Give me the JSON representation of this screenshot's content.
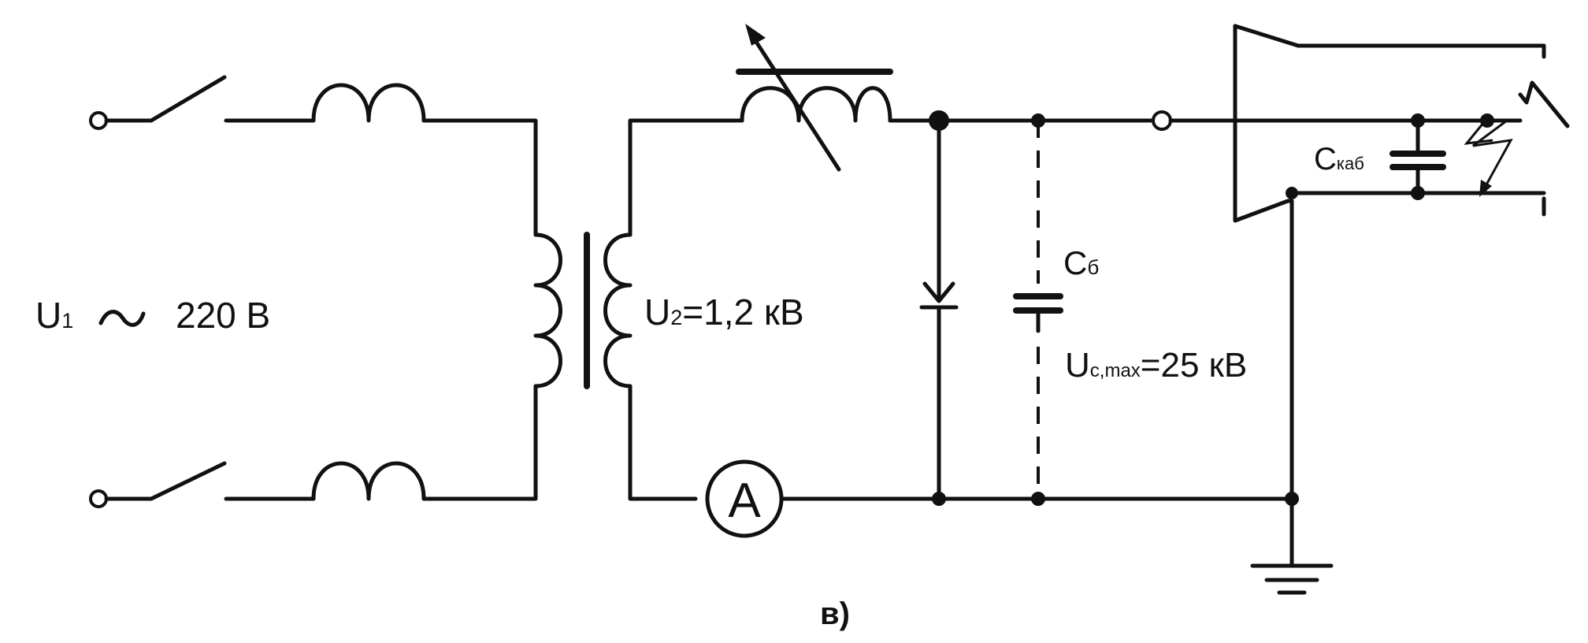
{
  "labels": {
    "u1": "U",
    "u1_sub": "1",
    "u1_value": "220 В",
    "u2": "U",
    "u2_sub": "2",
    "u2_value": "=1,2 кВ",
    "cb": "С",
    "cb_sub": "б",
    "ucmax": "U",
    "ucmax_sub": "c,max",
    "ucmax_value": "=25 кВ",
    "ckab": "С",
    "ckab_sub": "каб",
    "ammeter": "A",
    "figure_caption": "в)"
  },
  "symbols": {
    "ac_source": "tilde-wave-icon",
    "ground": "ground-icon"
  },
  "colors": {
    "ink": "#111111",
    "background": "#ffffff"
  }
}
